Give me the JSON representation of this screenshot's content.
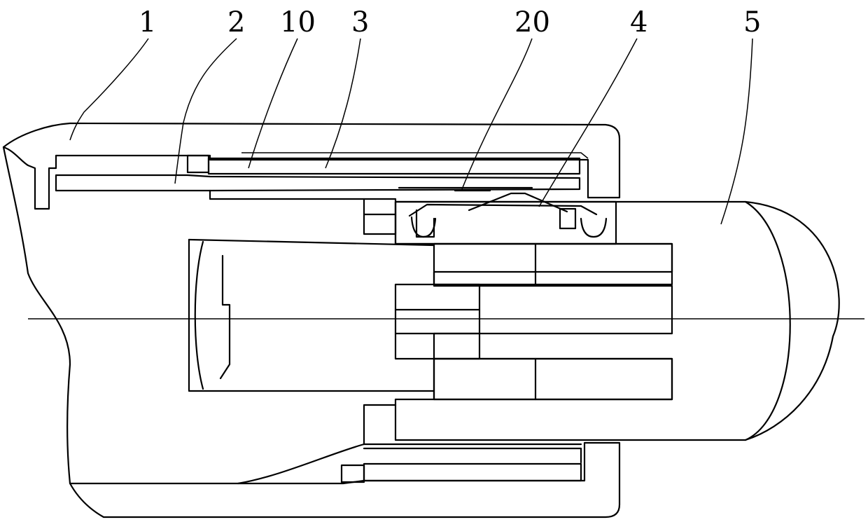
{
  "figure": {
    "background": "#ffffff",
    "line_color": "#000000"
  },
  "labels": [
    {
      "id": "1",
      "text": "1"
    },
    {
      "id": "2",
      "text": "2"
    },
    {
      "id": "10",
      "text": "10"
    },
    {
      "id": "3",
      "text": "3"
    },
    {
      "id": "20",
      "text": "20"
    },
    {
      "id": "4",
      "text": "4"
    },
    {
      "id": "5",
      "text": "5"
    }
  ]
}
